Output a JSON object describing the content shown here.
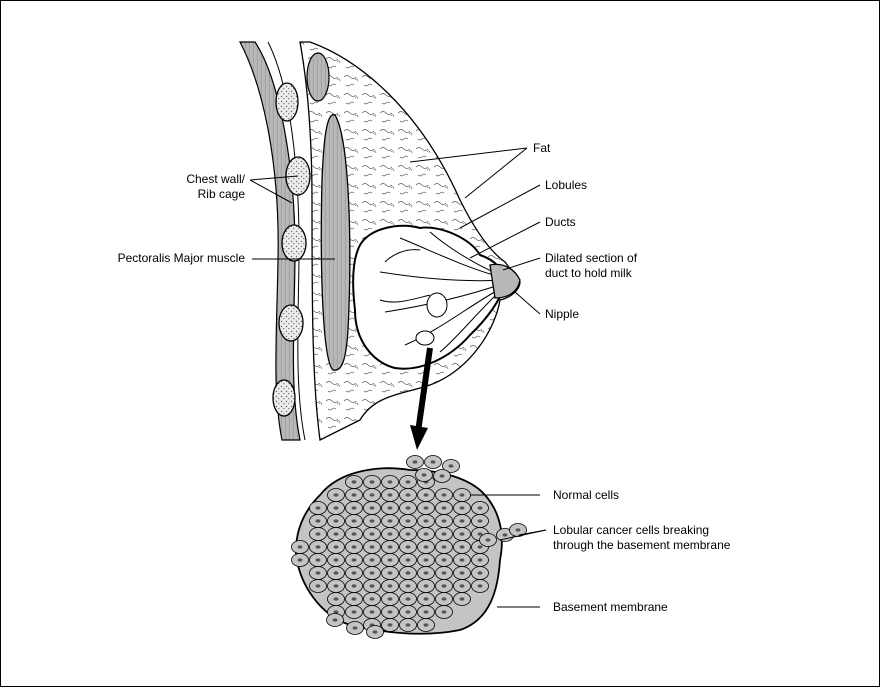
{
  "labels": {
    "chest_wall_line1": "Chest wall/",
    "chest_wall_line2": "Rib cage",
    "pectoralis": "Pectoralis Major muscle",
    "fat": "Fat",
    "lobules": "Lobules",
    "ducts": "Ducts",
    "dilated_line1": "Dilated section of",
    "dilated_line2": "duct to hold milk",
    "nipple": "Nipple",
    "normal_cells": "Normal cells",
    "lobular_line1": "Lobular cancer cells breaking",
    "lobular_line2": "through the basement membrane",
    "basement": "Basement membrane"
  },
  "colors": {
    "ink": "#000000",
    "tissue_gray": "#b8b8b8",
    "cell_gray": "#c4c4c4",
    "nucleus": "#555555"
  }
}
